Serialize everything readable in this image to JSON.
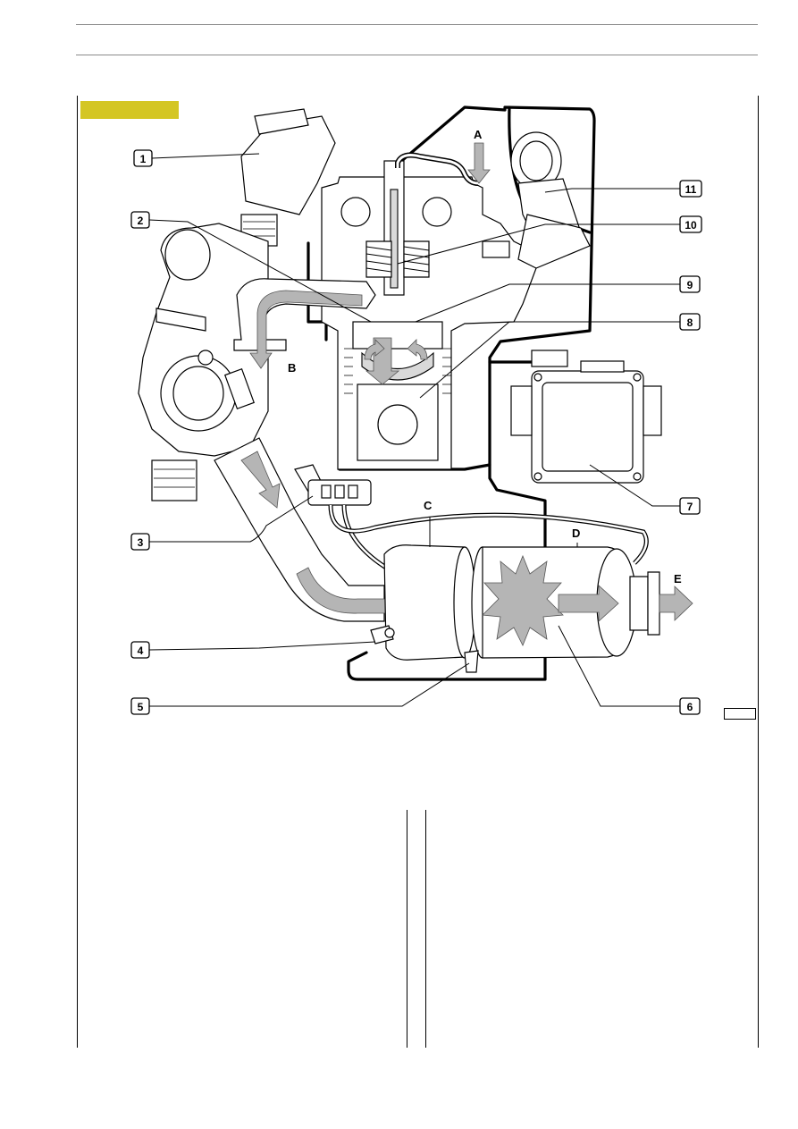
{
  "figure": {
    "callouts": [
      {
        "id": "c1",
        "label": "1"
      },
      {
        "id": "c2",
        "label": "2"
      },
      {
        "id": "c3",
        "label": "3"
      },
      {
        "id": "c4",
        "label": "4"
      },
      {
        "id": "c5",
        "label": "5"
      },
      {
        "id": "c6",
        "label": "6"
      },
      {
        "id": "c7",
        "label": "7"
      },
      {
        "id": "c8",
        "label": "8"
      },
      {
        "id": "c9",
        "label": "9"
      },
      {
        "id": "c10",
        "label": "10"
      },
      {
        "id": "c11",
        "label": "11"
      }
    ],
    "flow_labels": {
      "A": "A",
      "B": "B",
      "C": "C",
      "D": "D",
      "E": "E"
    }
  },
  "colors": {
    "section_tab": "#d4c623",
    "flow_arrow": "#b5b5b5",
    "rule": "#8a8a8a"
  }
}
